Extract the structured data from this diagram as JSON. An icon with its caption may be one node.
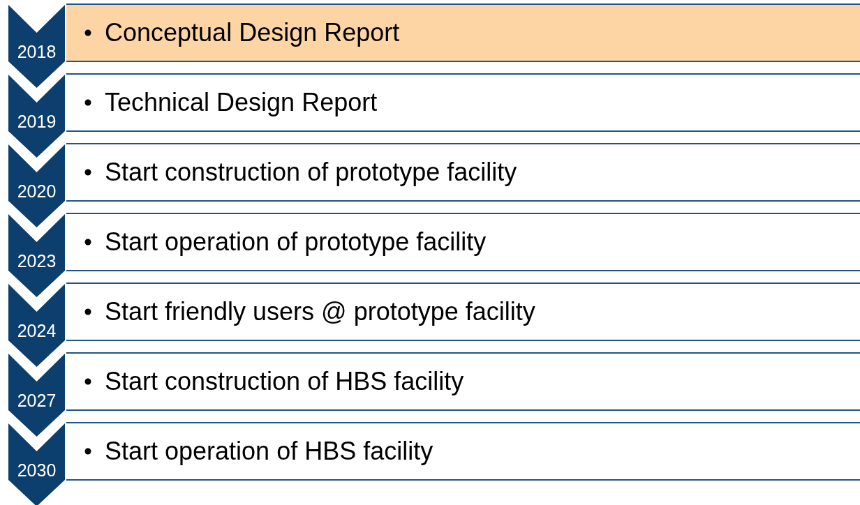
{
  "diagram": {
    "nodes": [
      {
        "text": [
          "2018"
        ]
      },
      {
        "text": [
          "Conceptual Design Report"
        ]
      },
      {
        "text": [
          "2019"
        ]
      },
      {
        "text": [
          "Technical Design Report"
        ]
      },
      {
        "text": [
          "2020"
        ]
      },
      {
        "text": [
          "Start construction of prototype facility"
        ]
      },
      {
        "text": [
          "2023"
        ]
      },
      {
        "text": [
          "Start operation of prototype facility"
        ]
      },
      {
        "text": [
          "2024"
        ]
      },
      {
        "text": [
          "Start friendly users @ prototype facility"
        ]
      },
      {
        "text": [
          "2027"
        ]
      },
      {
        "text": [
          "Start construction of HBS facility"
        ]
      },
      {
        "text": [
          "2030"
        ]
      },
      {
        "text": [
          "Start operation of HBS facility"
        ]
      }
    ]
  }
}
